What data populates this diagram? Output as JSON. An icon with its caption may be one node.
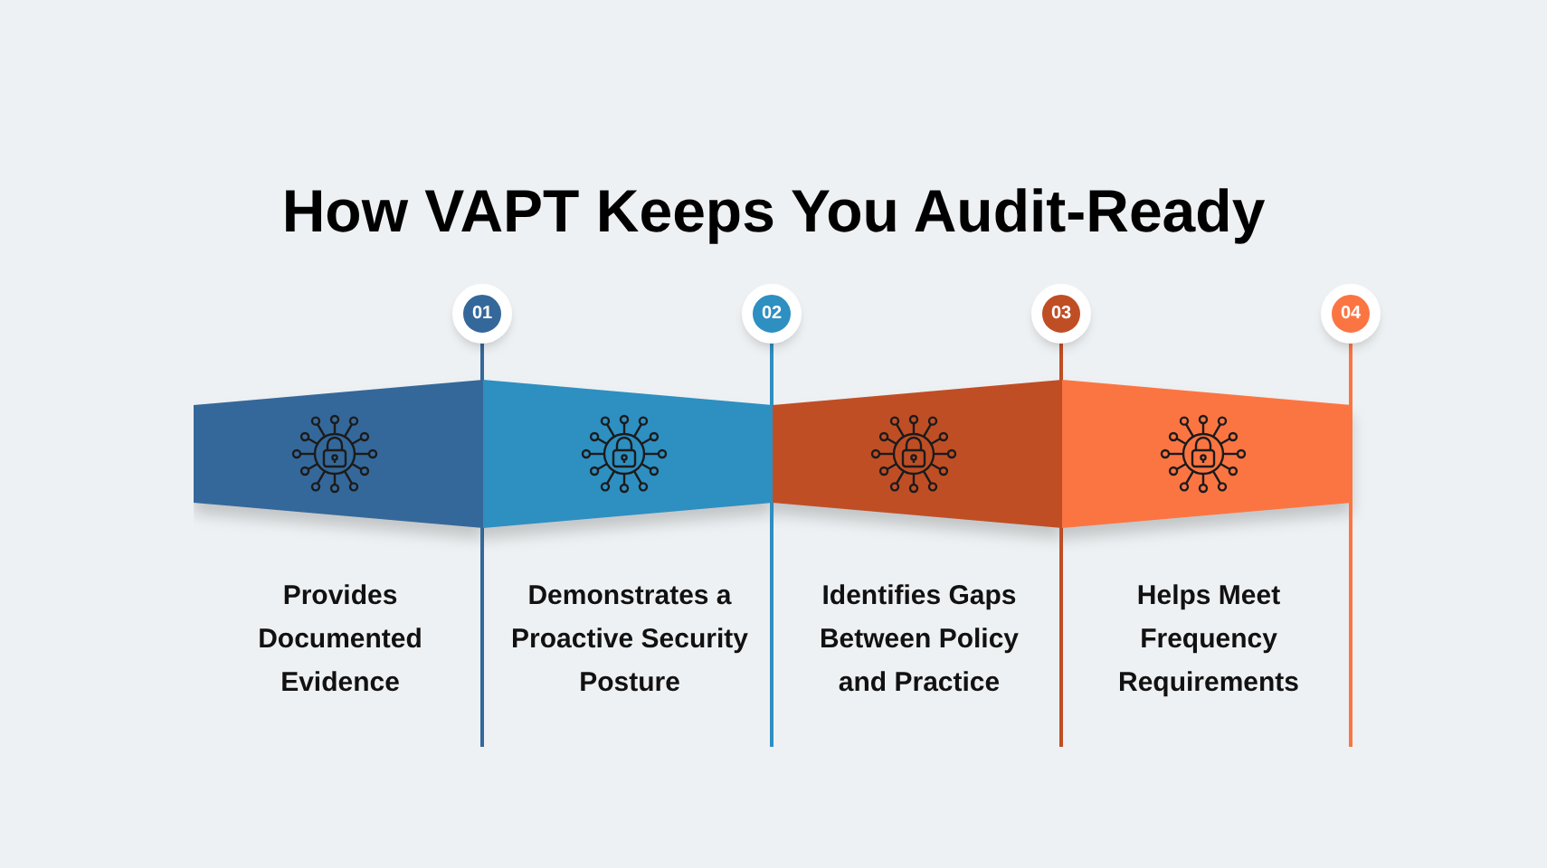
{
  "diagram": {
    "title": "How VAPT Keeps You Audit-Ready",
    "nodes": [
      {
        "text": [
          "01",
          "Provides Documented Evidence"
        ]
      },
      {
        "text": [
          "02",
          "Demonstrates a Proactive Security Posture"
        ]
      },
      {
        "text": [
          "03",
          "Identifies Gaps Between Policy and Practice"
        ]
      },
      {
        "text": [
          "04",
          "Helps Meet Frequency Requirements"
        ]
      }
    ],
    "edges": []
  }
}
